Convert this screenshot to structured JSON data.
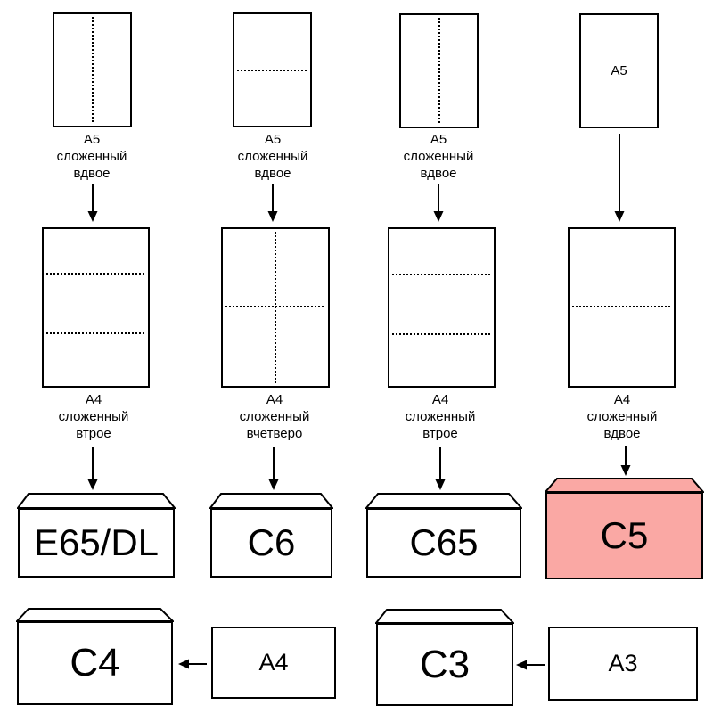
{
  "colors": {
    "highlight_fill": "#FAA8A4",
    "stroke": "#000000",
    "background": "#FFFFFF"
  },
  "flows": [
    {
      "top_caption": [
        "A5",
        "сложенный",
        "вдвое"
      ],
      "mid_caption": [
        "A4",
        "сложенный",
        "втрое"
      ],
      "envelope_label": "E65/DL",
      "highlighted": false
    },
    {
      "top_caption": [
        "A5",
        "сложенный",
        "вдвое"
      ],
      "mid_caption": [
        "A4",
        "сложенный",
        "вчетверо"
      ],
      "envelope_label": "C6",
      "highlighted": false
    },
    {
      "top_caption": [
        "A5",
        "сложенный",
        "вдвое"
      ],
      "mid_caption": [
        "A4",
        "сложенный",
        "втрое"
      ],
      "envelope_label": "C65",
      "highlighted": false
    },
    {
      "top_paper_label": "A5",
      "mid_caption": [
        "A4",
        "сложенный",
        "вдвое"
      ],
      "envelope_label": "C5",
      "highlighted": true
    }
  ],
  "bottom_flows": [
    {
      "envelope_label": "C4",
      "source_label": "A4"
    },
    {
      "envelope_label": "C3",
      "source_label": "A3"
    }
  ]
}
